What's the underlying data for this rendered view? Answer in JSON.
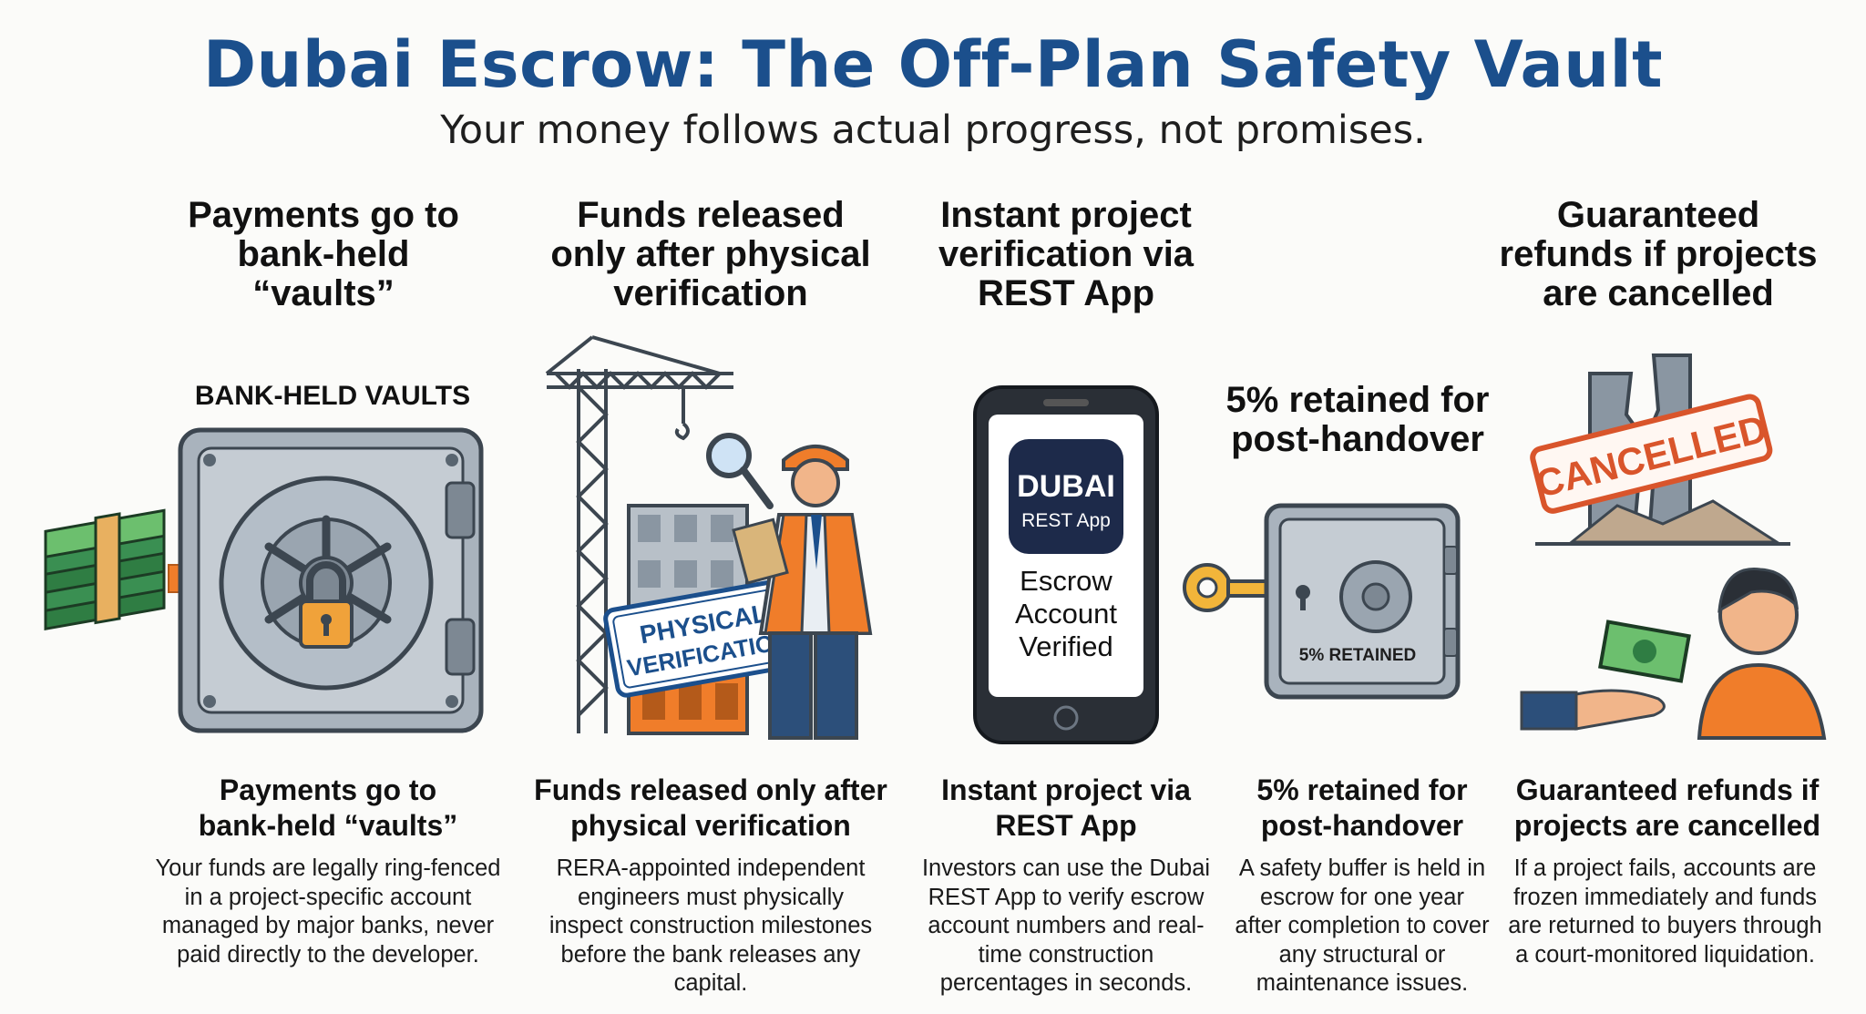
{
  "title": "Dubai Escrow: The Off-Plan Safety Vault",
  "subtitle": "Your money follows actual progress, not promises.",
  "columns": [
    {
      "heading": "Payments go to bank-held “vaults”",
      "illustration_label": "BANK-HELD VAULTS",
      "sub_heading": "Payments go to bank-held “vaults”",
      "description": "Your funds are legally ring-fenced in a project-specific account managed by major banks, never paid directly to the developer."
    },
    {
      "heading": "Funds released only after physical verification",
      "stamp_line1": "PHYSICAL",
      "stamp_line2": "VERIFICATION",
      "sub_heading": "Funds released only after physical verification",
      "description": "RERA-appointed independent engineers must physically inspect construction milestones before the bank releases any capital."
    },
    {
      "heading": "Instant project verification via REST App",
      "app_logo_text": "DUBAI",
      "app_name": "REST App",
      "screen_text": "Escrow Account Verified",
      "sub_heading": "Instant project via REST App",
      "description": "Investors can use the Dubai REST App to verify escrow account numbers and real-time construction percentages in seconds."
    },
    {
      "heading": "5% retained for post-handover",
      "safe_label": "5% RETAINED",
      "sub_heading": "5% retained for post-handover",
      "description": "A safety buffer is held in escrow for one year after completion to cover any structural or maintenance issues."
    },
    {
      "heading": "Guaranteed refunds if projects are cancelled",
      "stamp_text": "CANCELLED",
      "sub_heading": "Guaranteed refunds if projects are cancelled",
      "description": "If a project fails, accounts are frozen immediately and funds are returned to buyers through a court-monitored liquidation."
    }
  ],
  "colors": {
    "title": "#1b4f8c",
    "accent_orange": "#f07d2a",
    "steel": "#8a96a2",
    "money_green": "#2f7d43",
    "stamp_red": "#d9552b"
  }
}
